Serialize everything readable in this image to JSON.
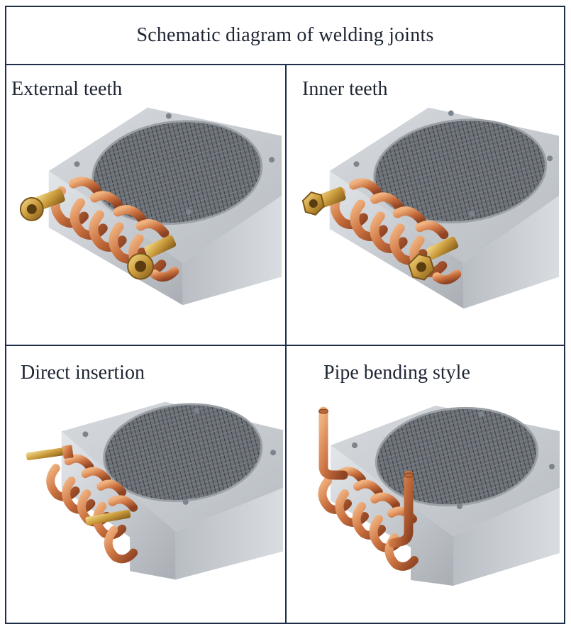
{
  "header": {
    "title": "Schematic diagram of welding joints"
  },
  "panels": [
    {
      "label": "External teeth",
      "fitting": "brass-male-threaded-fitting"
    },
    {
      "label": "Inner teeth",
      "fitting": "brass-female-hex-nut-fitting"
    },
    {
      "label": "Direct insertion",
      "fitting": "brass-barb-tube"
    },
    {
      "label": "Pipe bending style",
      "fitting": "copper-bent-pipe"
    }
  ],
  "colors": {
    "border": "#1f2f4a",
    "text": "#1e2533",
    "copper": "#c97a4a",
    "brass": "#c9a04a",
    "aluminum": "#c8ccd1",
    "mesh": "#555a60"
  }
}
